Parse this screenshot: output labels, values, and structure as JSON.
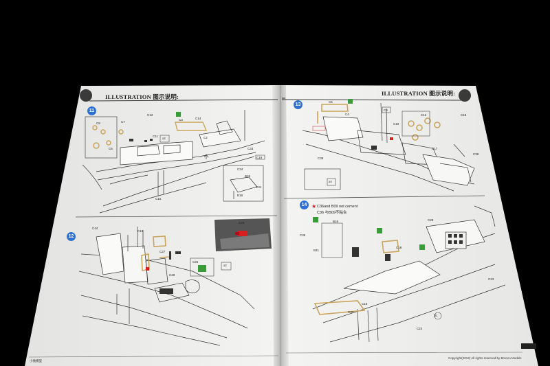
{
  "left_page": {
    "header": "ILLUSTRATION 图示说明:",
    "steps": [
      "11",
      "12"
    ],
    "part_labels": [
      "C8",
      "C6",
      "C7",
      "C12",
      "C14",
      "C3",
      "C2",
      "C11",
      "x2",
      "C33",
      "C34",
      "C19",
      "C16",
      "C44",
      "C15",
      "B19",
      "C31",
      "B18",
      "C25",
      "C26",
      "x2",
      "C27",
      "C29"
    ],
    "footer": "小號模型"
  },
  "right_page": {
    "header": "ILLUSTRATION 图示说明:",
    "steps": [
      "13",
      "14"
    ],
    "part_labels": [
      "C5",
      "C4",
      "C9",
      "C10",
      "C13",
      "C18",
      "C17",
      "C38",
      "C39",
      "x4",
      "C28",
      "C36",
      "B18",
      "B21",
      "C16",
      "C37",
      "C18",
      "C24",
      "C23",
      "D1"
    ],
    "note_line1": "C36and B09 not cement",
    "note_line2": "C36 与B09不粘合",
    "footer": "Copyright(2012) All rights reserved by Bronco Models"
  },
  "colors": {
    "background": "#000000",
    "paper": "#f2f2f0",
    "step_badge": "#2f6fd0",
    "highlight_part": "#d81f1f",
    "green_marker": "#3a9b3a"
  }
}
